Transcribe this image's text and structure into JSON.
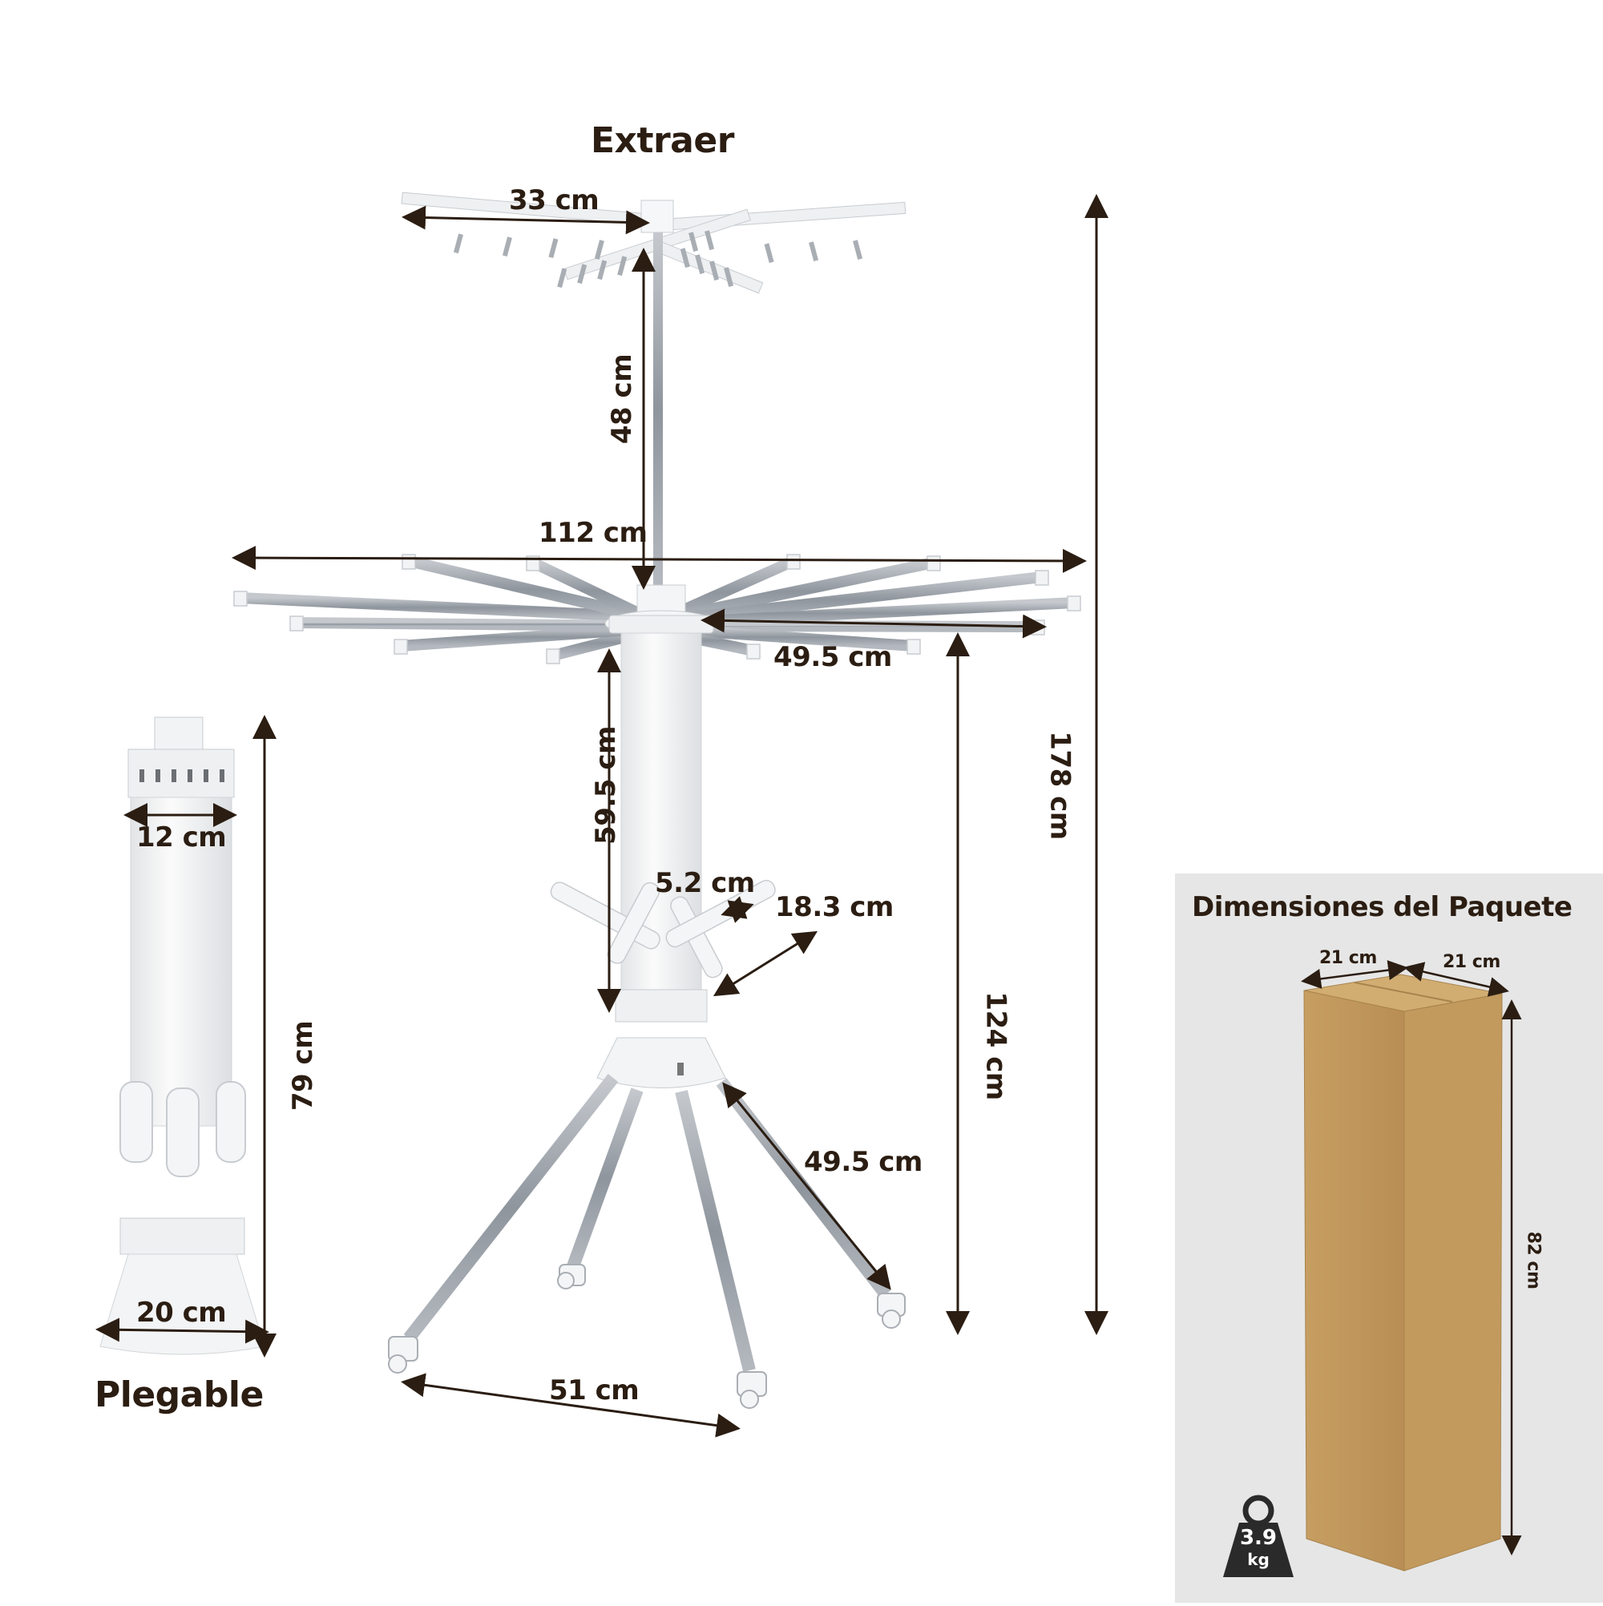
{
  "labels": {
    "extract": "Extraer",
    "foldable": "Plegable",
    "package_title": "Dimensiones del Paquete"
  },
  "dimensions": {
    "top_arm": "33 cm",
    "top_pole": "48 cm",
    "span": "112 cm",
    "arm": "49.5 cm",
    "column": "59.5 cm",
    "hook_gap": "5.2 cm",
    "hook_len": "18.3 cm",
    "leg": "49.5 cm",
    "base": "51 cm",
    "height_mid": "124 cm",
    "height_total": "178 cm",
    "folded_top": "12 cm",
    "folded_height": "79 cm",
    "folded_base": "20 cm",
    "box_w": "21 cm",
    "box_d": "21 cm",
    "box_h": "82 cm"
  },
  "weight": {
    "value": "3.9",
    "unit": "kg"
  },
  "colors": {
    "text": "#2b1d12",
    "rod": "#9aa0a8",
    "white_part": "#f4f5f6",
    "box": "#c9a46a",
    "panel": "#e6e6e6",
    "weight": "#2a2a2a"
  }
}
